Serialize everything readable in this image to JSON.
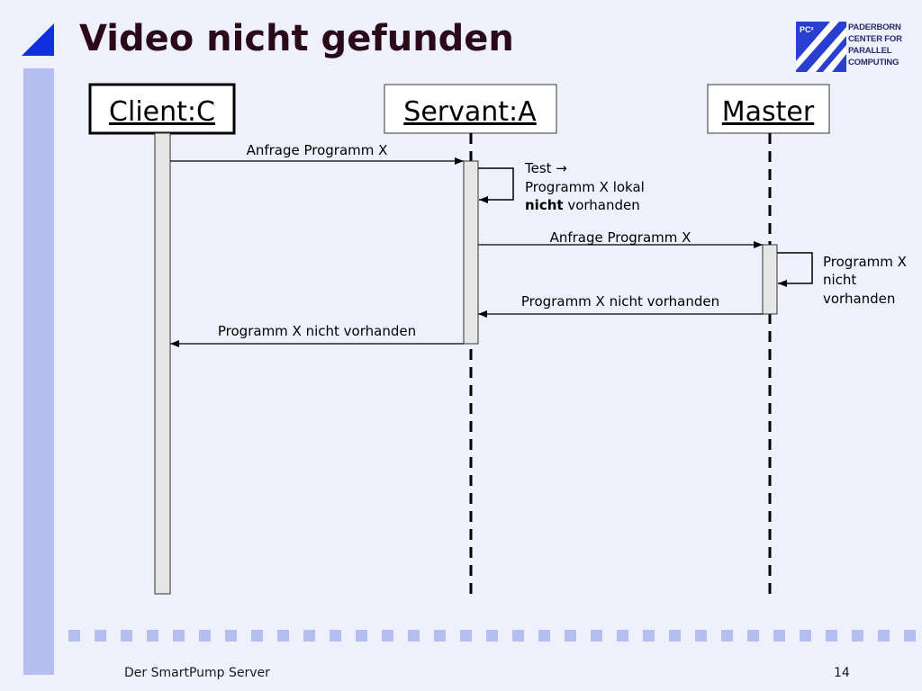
{
  "slide": {
    "title": "Video nicht gefunden",
    "footer_text": "Der SmartPump Server",
    "page_number": "14"
  },
  "logo": {
    "mark": "PC²",
    "lines": [
      "PADERBORN",
      "CENTER FOR",
      "PARALLEL",
      "COMPUTING"
    ]
  },
  "lifelines": {
    "client": "Client:C",
    "servant": "Servant:A",
    "master": "Master"
  },
  "messages": {
    "m1": "Anfrage Programm X",
    "self1_line1": "Test →",
    "self1_line2": "Programm X lokal",
    "self1_line3_bold": "nicht",
    "self1_line3_rest": " vorhanden",
    "m2": "Anfrage Programm X",
    "self2_line1": "Programm X",
    "self2_line2": "nicht",
    "self2_line3": "vorhanden",
    "m3": "Programm X nicht vorhanden",
    "m4": "Programm X nicht vorhanden"
  },
  "colors": {
    "accent_blue": "#1030e0",
    "side_bar": "#b4bff0",
    "background": "#eef0fb",
    "title": "#2a0a18"
  }
}
